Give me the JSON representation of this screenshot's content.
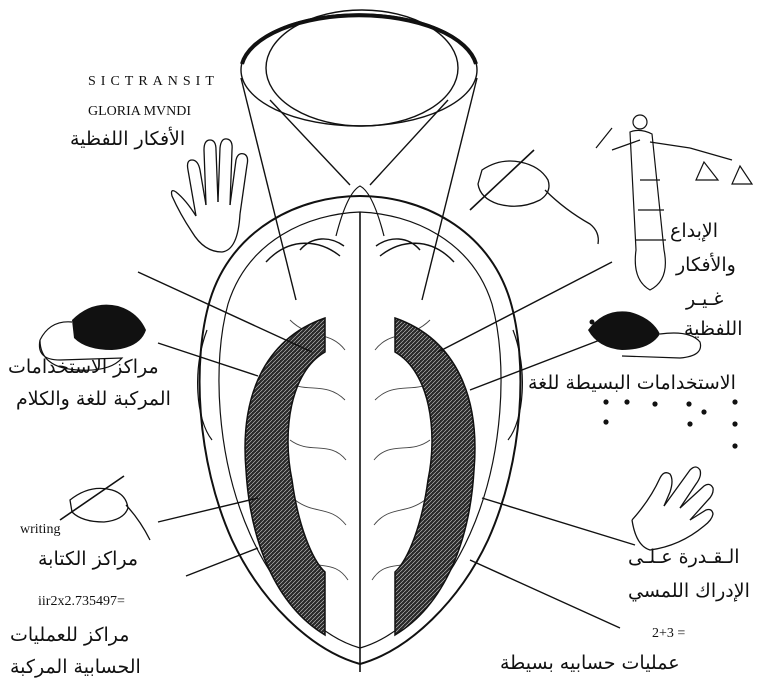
{
  "latin_motto": {
    "line1": "SICTRANSIT",
    "line2": "GLORIA MVNDI"
  },
  "left_labels": {
    "verbal_ideas": "الأفكار اللفظية",
    "complex_language_centers_line1": "مراكز الاستخدامات",
    "complex_language_centers_line2": "المركبة للغة والكلام",
    "writing_english": "writing",
    "writing_centers": "مراكز الكتابة",
    "math_notation": "iir2x2.735497=",
    "complex_math_line1": "مراكز للعمليات",
    "complex_math_line2": "الحسابية المركبة"
  },
  "right_labels": {
    "creativity_line1": "الإبداع",
    "creativity_line2": "والأفكار",
    "creativity_line3": "غـيـر",
    "creativity_line4": "اللفظية",
    "simple_language": "الاستخدامات البسيطة للغة",
    "tactile_line1": "الـقـدرة عـلـى",
    "tactile_line2": "الإدراك اللمسي",
    "simple_sum": "2+3 =",
    "simple_math": "عمليات حسابيه بسيطة"
  },
  "colors": {
    "ink": "#111111",
    "hatched_band": "#2a2a2a",
    "background": "#ffffff"
  },
  "icons": [
    "hand-icon",
    "writing-hand-icon",
    "rat-icon",
    "justice-statue-icon",
    "braille-dots-icon"
  ]
}
